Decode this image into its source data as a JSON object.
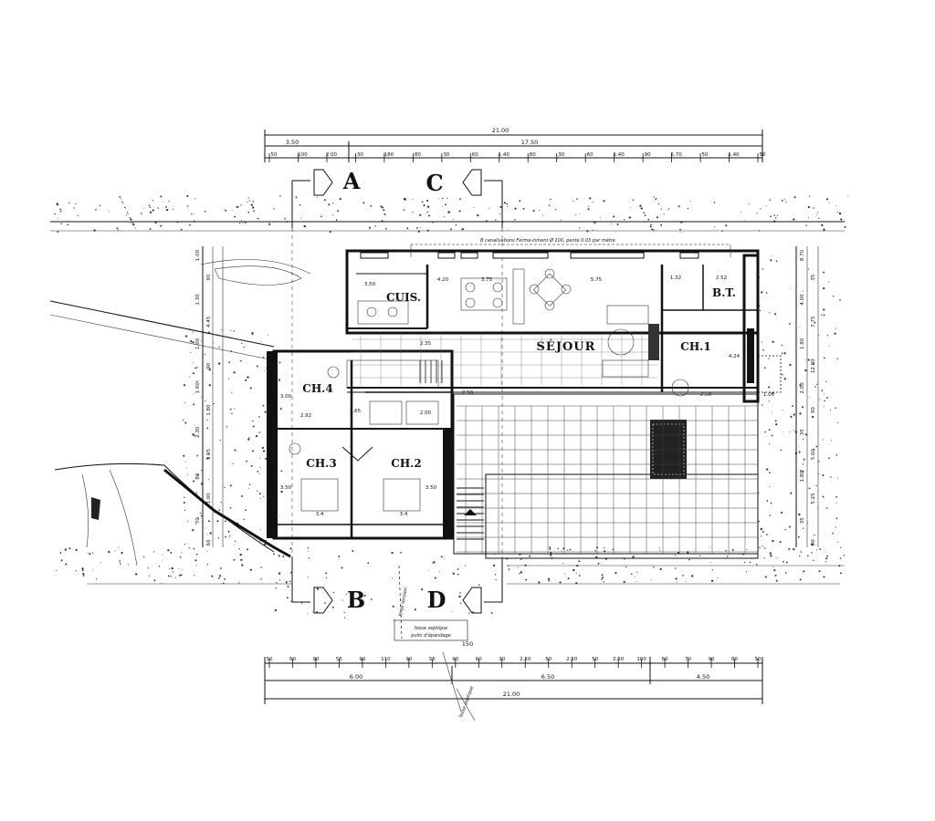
{
  "sections": {
    "a": "A",
    "b": "B",
    "c": "C",
    "d": "D"
  },
  "rooms": {
    "cuisine": "CUIS.",
    "sejour": "SÉJOUR",
    "ch1": "CH.1",
    "ch2": "CH.2",
    "ch3": "CH.3",
    "ch4": "CH.4",
    "bt": "B.T."
  },
  "top_dimensions": {
    "total": "21.00",
    "left_offset": "3.50",
    "inner": "17.50",
    "segments": [
      "50",
      "100",
      "2.00",
      "30",
      "180",
      "80",
      "30",
      "60",
      "1.40",
      "80",
      "30",
      "60",
      "1.40",
      "90",
      "5.70",
      "50",
      "1.40",
      "50"
    ]
  },
  "bottom_dimensions": {
    "segments": [
      "50",
      "60",
      "90",
      "55",
      "90",
      "110",
      "90",
      "55",
      "90",
      "60",
      "30",
      "2.50",
      "50",
      "2.50",
      "50",
      "2.50",
      "100",
      "60",
      "70",
      "90",
      "80",
      "50"
    ],
    "subtotals": [
      "6.00",
      "6.50",
      "4.50"
    ],
    "total": "21.00",
    "offset": "150"
  },
  "room_dims": {
    "cuisine": "3.50",
    "cuis_s1": "4.20",
    "cuis_s2": "3.75",
    "sejour_w": "5.75",
    "bt_w1": "1.32",
    "bt_w2": "2.52",
    "ch1_h": "4.24",
    "ch1_w": "2.50",
    "ch1_d": "1.00",
    "ch4_h": "3.00",
    "ch4_w": "2.92",
    "hall": "1.65",
    "ch3_h": "3.50",
    "ch2_h": "3.50",
    "ch3_w": "3.4",
    "ch2_w": "3.4",
    "corr1": "2.35",
    "corr2": "2.50",
    "corr3": "2.00"
  },
  "left_dimensions": [
    "1.00",
    "90",
    "1.30",
    "4.45",
    "1.00",
    "90",
    "1.60",
    "1.80",
    "2.30",
    "1.95",
    "80",
    "3.00",
    "70",
    "60"
  ],
  "right_dimensions": [
    "8.70",
    "35",
    "4.00",
    "7.75",
    "1.80",
    "12.00",
    "2.00",
    "90",
    "35",
    "5.00",
    "1.80",
    "5.25",
    "35",
    "80"
  ],
  "notes": {
    "top_note": "B canalisations Ferme-ciment Ø 100, pente 0.03 par mètre",
    "bottom_note_1": "fosse septique",
    "bottom_note_2": "fil de tension",
    "bottom_note_3": "puits d'épandage",
    "bottom_note_4": "fosse septique"
  }
}
